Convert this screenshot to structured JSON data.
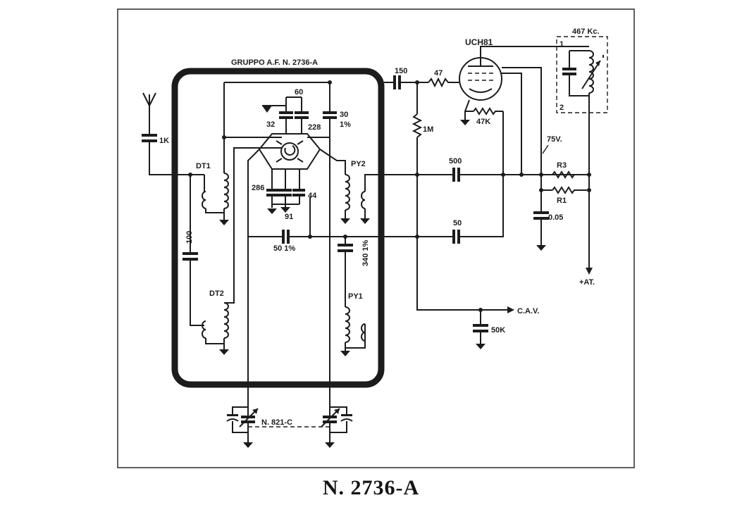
{
  "group_title": "GRUPPO A.F. N. 2736-A",
  "caption": "N. 2736-A",
  "tube": "UCH81",
  "if_freq": "467 Kc.",
  "if_pins": [
    "1",
    "2"
  ],
  "coils": [
    "DT1",
    "DT2",
    "PY2",
    "PY1"
  ],
  "resistors": {
    "r3": "R3",
    "r1": "R1",
    "grid_res": "47",
    "bias_res": "47K",
    "leak": "1M"
  },
  "capacitors": {
    "antenna": "1K",
    "c150": "150",
    "c60": "60",
    "c30": "30",
    "c30_tol": "1%",
    "c32": "32",
    "c228": "228",
    "c286": "286",
    "c44": "44",
    "c91": "91",
    "c100": "100",
    "c50_1": "50 1%",
    "c340": "340 1%",
    "c500": "500",
    "c50": "50",
    "c005": "0.05",
    "c50k": "50K"
  },
  "voltage": "75V.",
  "cav": "C.A.V.",
  "at": "+AT.",
  "variable_cap": "N. 821-C"
}
